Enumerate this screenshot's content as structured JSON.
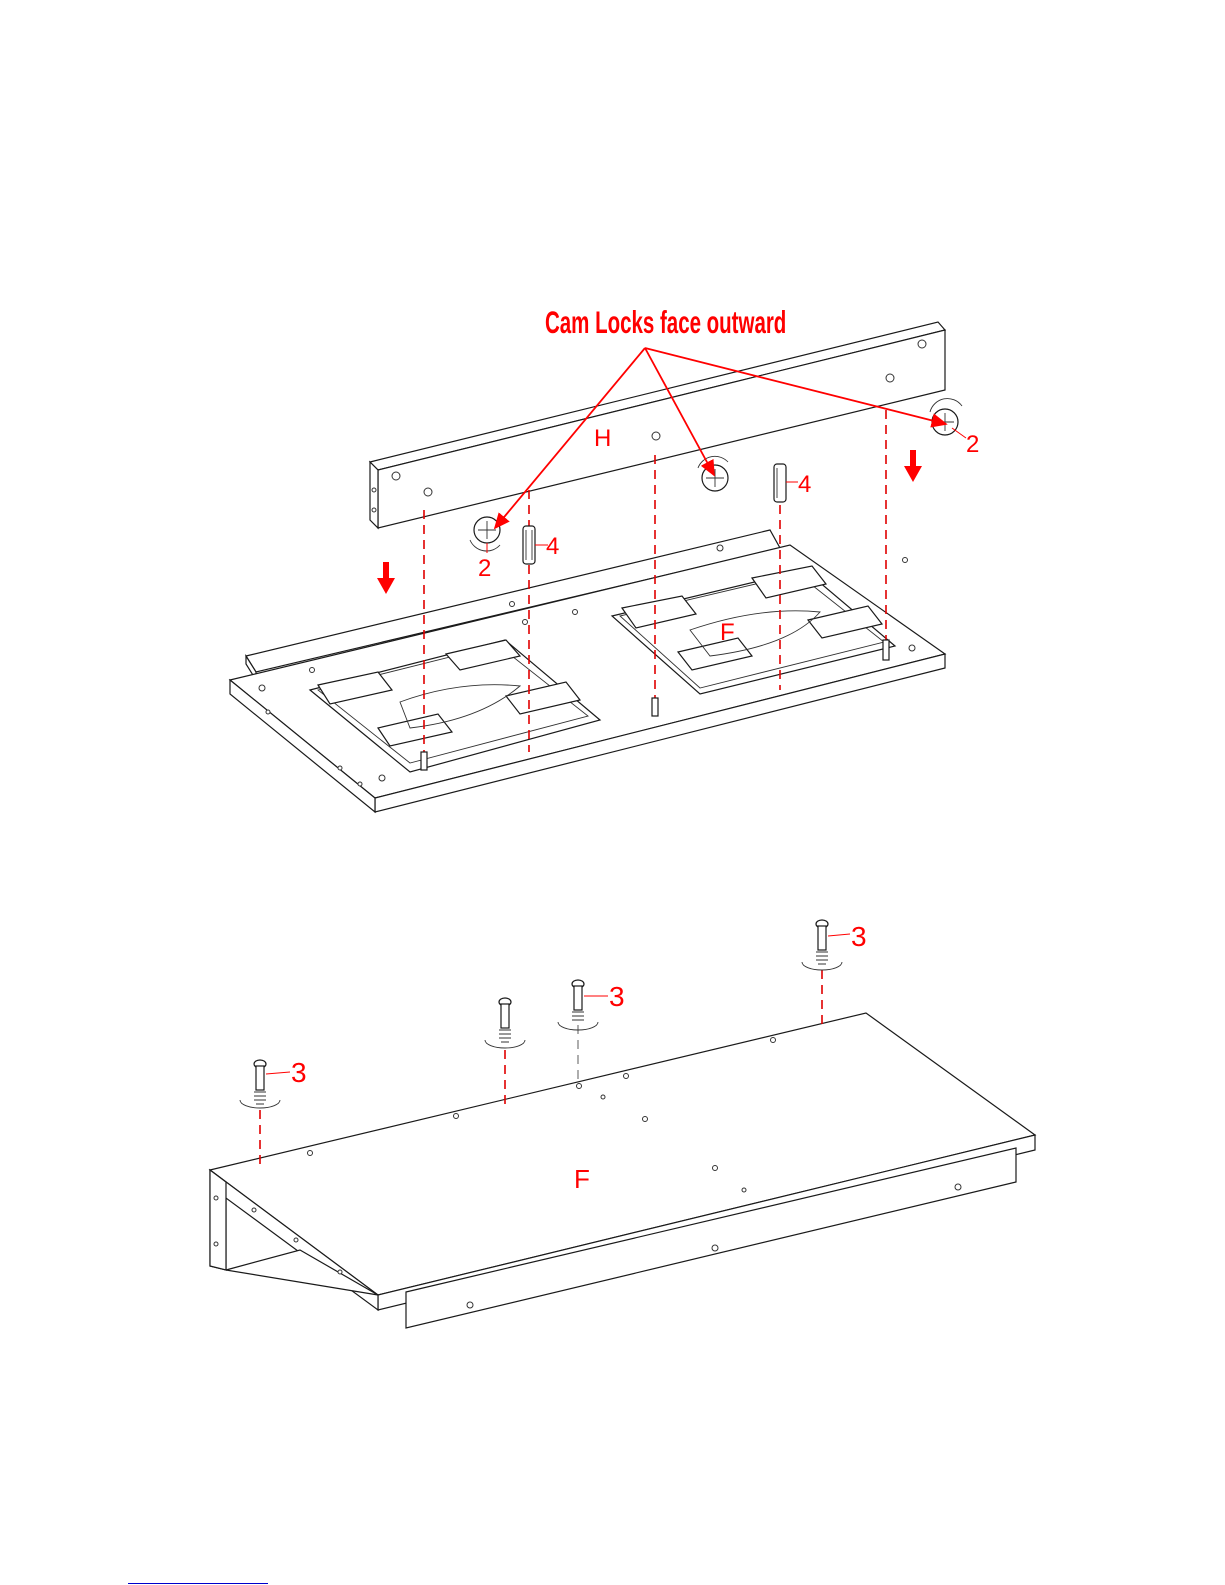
{
  "diagram": {
    "callout_text": "Cam Locks face outward",
    "labels": {
      "panel_top": "H",
      "panel_bottom_step1": "F",
      "panel_bottom_step2": "F",
      "cam_lock_left": "2",
      "cam_lock_right": "2",
      "dowel_left": "4",
      "dowel_right": "4",
      "cam_bolt_1": "3",
      "cam_bolt_2": "3",
      "cam_bolt_3": "3",
      "cam_bolt_4": "3"
    },
    "colors": {
      "accent": "#ff0000",
      "line": "#1a1a1a"
    }
  }
}
